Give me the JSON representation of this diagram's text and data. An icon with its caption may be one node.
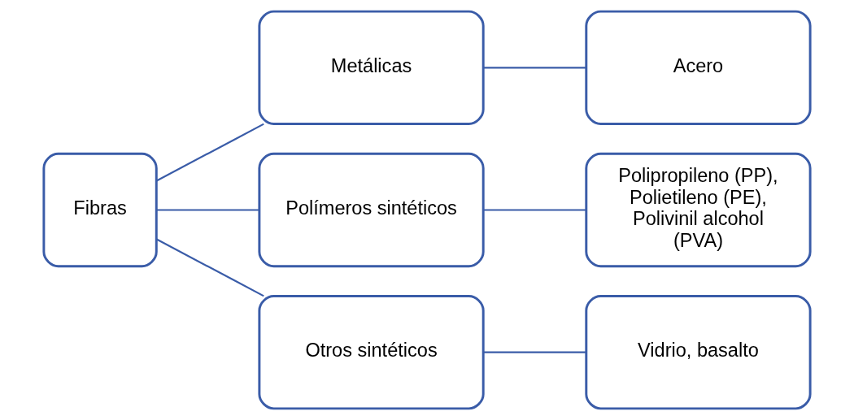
{
  "diagram": {
    "nodes": [
      {
        "text": [
          "Fibras"
        ]
      },
      {
        "text": [
          "Metálicas"
        ]
      },
      {
        "text": [
          "Polímeros sintéticos"
        ]
      },
      {
        "text": [
          "Otros sintéticos"
        ]
      },
      {
        "text": [
          "Acero"
        ]
      },
      {
        "text": [
          "Polipropileno (PP), Polietileno (PE), Polivinil alcohol (PVA)"
        ]
      },
      {
        "text": [
          "Vidrio, basalto"
        ]
      }
    ],
    "edges": [
      {
        "from": 0,
        "to": 1,
        "arrow": "none"
      },
      {
        "from": 0,
        "to": 2,
        "arrow": "none"
      },
      {
        "from": 0,
        "to": 3,
        "arrow": "none"
      },
      {
        "from": 1,
        "to": 4,
        "arrow": "none"
      },
      {
        "from": 2,
        "to": 5,
        "arrow": "none"
      },
      {
        "from": 3,
        "to": 6,
        "arrow": "none"
      }
    ]
  }
}
